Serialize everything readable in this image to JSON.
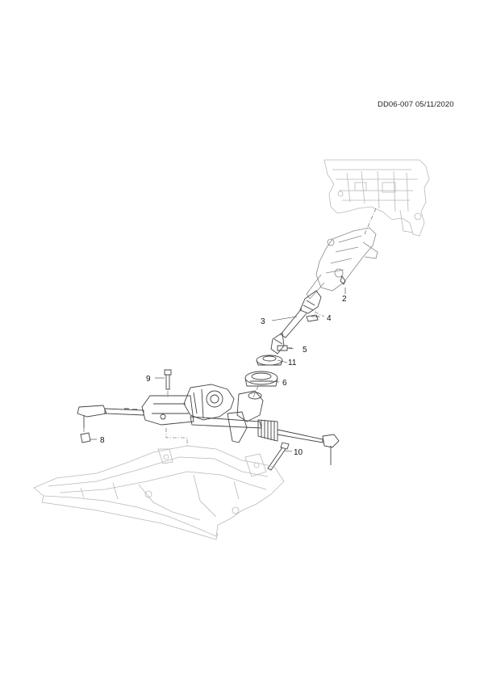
{
  "reference": "DD06-007 05/11/2020",
  "callouts": {
    "c2": "2",
    "c3": "3",
    "c4": "4",
    "c5": "5",
    "c6": "6",
    "c8": "8",
    "c9": "9",
    "c10": "10",
    "c11": "11"
  }
}
